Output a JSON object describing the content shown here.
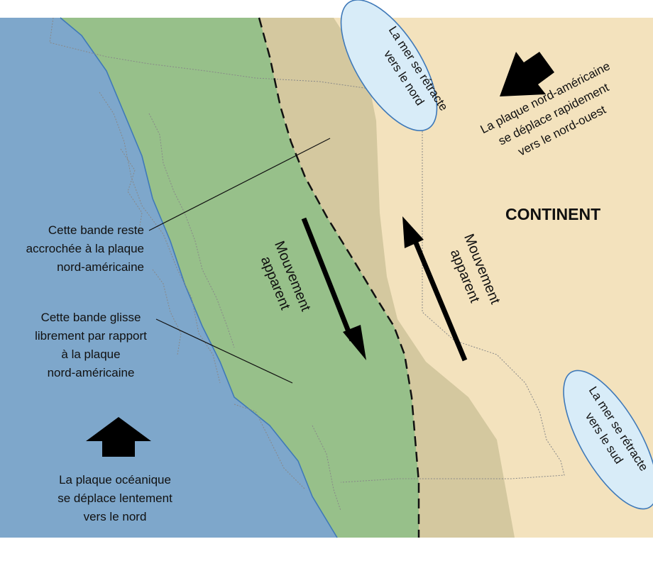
{
  "map": {
    "continent_label": "CONTINENT",
    "band_fixed": [
      "Cette bande reste",
      "accrochée à la plaque",
      "nord-américaine"
    ],
    "band_sliding": [
      "Cette bande glisse",
      "librement par rapport",
      "à la plaque",
      "nord-américaine"
    ],
    "oceanic_plate": [
      "La plaque océanique",
      "se déplace lentement",
      "vers le nord"
    ],
    "north_american_plate": [
      "La plaque nord-américaine",
      "se déplace rapidement",
      "vers le nord-ouest"
    ],
    "sea_north": [
      "La mer se",
      "rétracte",
      "vers le nord"
    ],
    "sea_north_display": [
      "La mer se rétracte",
      "vers le nord"
    ],
    "sea_south": [
      "La mer se rétracte",
      "vers le sud"
    ],
    "sea_south_display": [
      "La mer se",
      "rétracte",
      "vers le sud"
    ],
    "movement_left": [
      "Mouvement",
      "apparent"
    ],
    "movement_right": [
      "Mouvement",
      "apparent"
    ],
    "colors": {
      "ocean": "#7ea7cb",
      "green_band": "#97c08a",
      "tan_band": "#d4c89f",
      "continent": "#f3e2bd",
      "sea": "#d8ecf8",
      "arrow": "#000000"
    },
    "icons": [
      "north-arrow-icon",
      "northwest-arrow-icon",
      "south-arrow-icon",
      "north-movement-arrow-icon"
    ]
  }
}
